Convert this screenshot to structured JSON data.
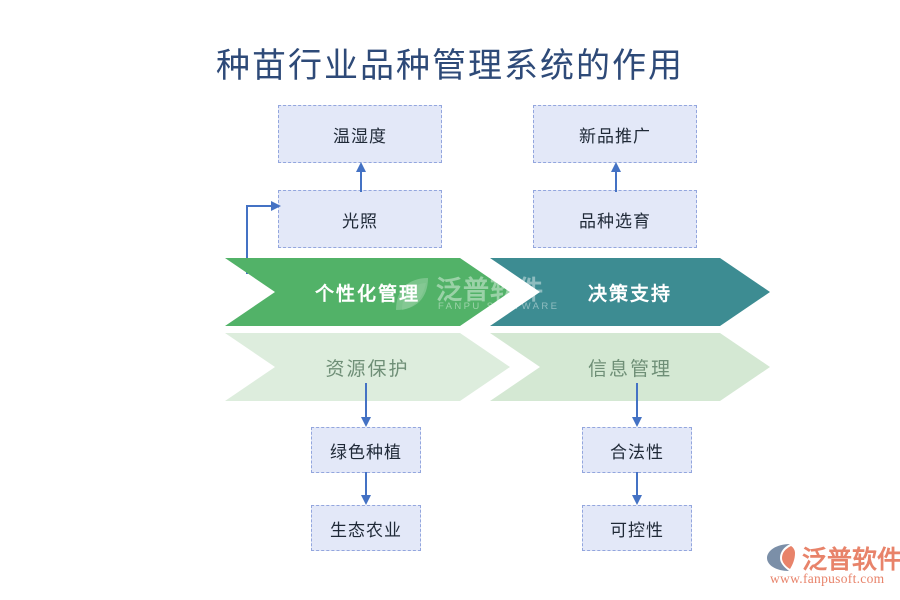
{
  "page": {
    "title": "种苗行业品种管理系统的作用",
    "title_color": "#2e4a78",
    "background": "#ffffff"
  },
  "boxes": {
    "top_left_upper": {
      "label": "温湿度"
    },
    "top_left_lower": {
      "label": "光照"
    },
    "top_right_upper": {
      "label": "新品推广"
    },
    "top_right_lower": {
      "label": "品种选育"
    },
    "bottom_left_upper": {
      "label": "绿色种植"
    },
    "bottom_left_lower": {
      "label": "生态农业"
    },
    "bottom_right_upper": {
      "label": "合法性"
    },
    "bottom_right_lower": {
      "label": "可控性"
    }
  },
  "box_style": {
    "fill": "#e3e8f8",
    "border": "#93a6de",
    "text_color": "#1f2937"
  },
  "chevrons": [
    {
      "label": "个性化管理",
      "fill": "#52b268",
      "text_color": "#ffffff",
      "row": "top",
      "col": "left"
    },
    {
      "label": "决策支持",
      "fill": "#3d8c92",
      "text_color": "#ffffff",
      "row": "top",
      "col": "right"
    },
    {
      "label": "资源保护",
      "fill": "#ddeddd",
      "text_color": "#6f8f77",
      "row": "bottom",
      "col": "left"
    },
    {
      "label": "信息管理",
      "fill": "#d4e8d3",
      "text_color": "#6f8f77",
      "row": "bottom",
      "col": "right"
    }
  ],
  "connector_color": "#4472c4",
  "watermark": {
    "center_cn": "泛普软件",
    "center_en": "FANPU SOFTWARE"
  },
  "logo": {
    "name_cn": "泛普软件",
    "url": "www.fanpusoft.com",
    "color": "#e8836a",
    "mark_color": "#7b8fa8"
  }
}
